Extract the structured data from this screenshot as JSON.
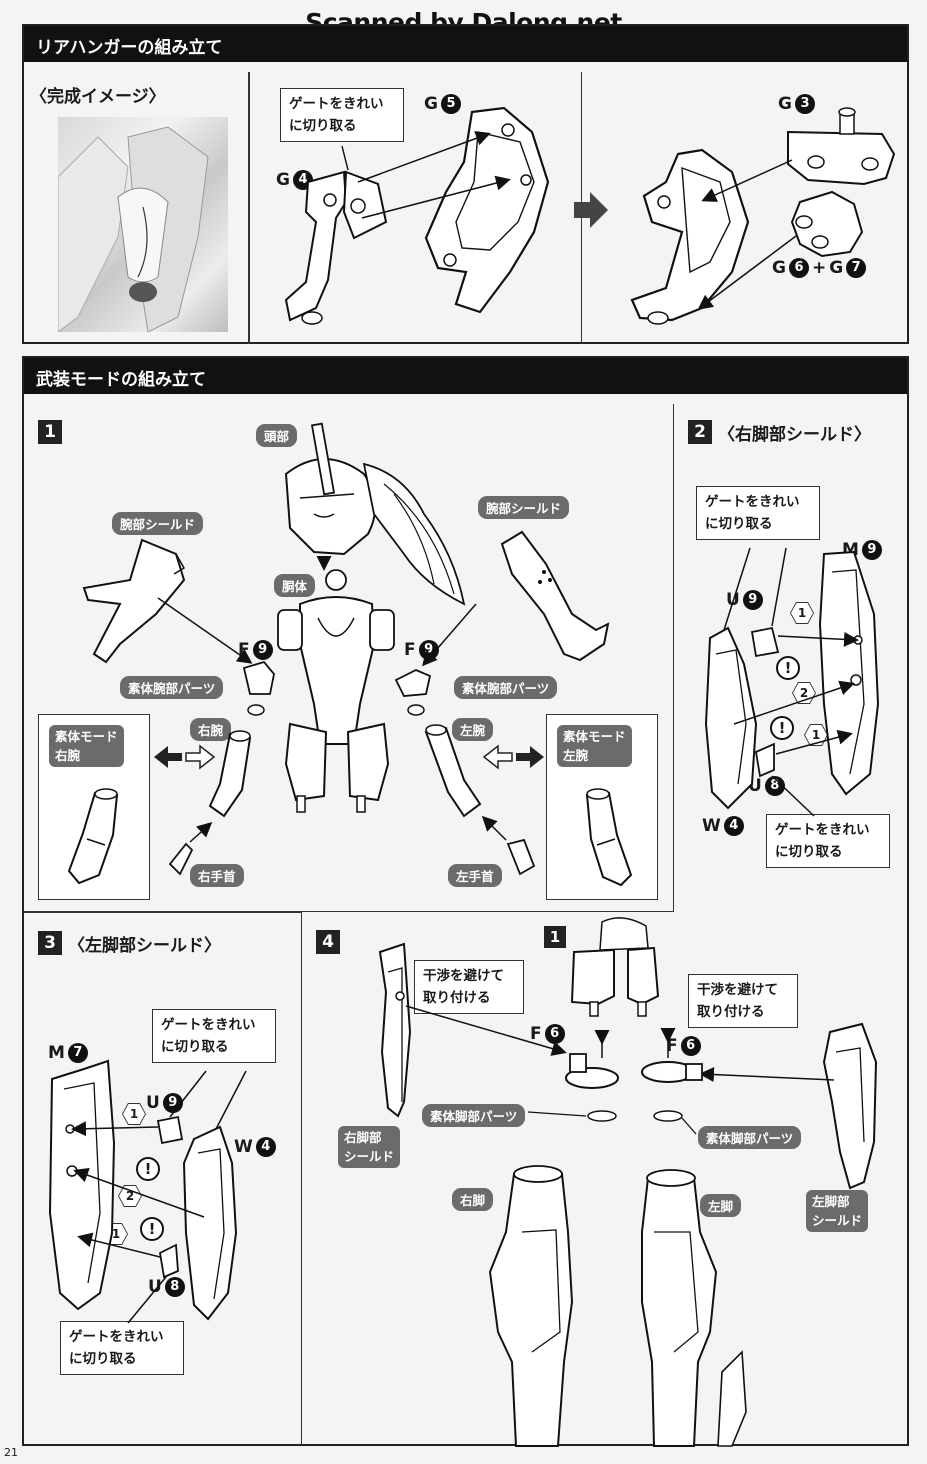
{
  "watermark": "Scanned by Dalong.net",
  "page_number": "21",
  "rear_hanger": {
    "header": "リアハンガーの組み立て",
    "complete_image_label": "〈完成イメージ〉",
    "callout_gate": "ゲートをきれい\nに切り取る",
    "parts": {
      "g5": {
        "letter": "G",
        "num": "5"
      },
      "g4": {
        "letter": "G",
        "num": "4"
      },
      "g3": {
        "letter": "G",
        "num": "3"
      },
      "g6g7": {
        "letter1": "G",
        "num1": "6",
        "plus": "+",
        "letter2": "G",
        "num2": "7"
      }
    }
  },
  "armed_mode": {
    "header": "武装モードの組み立て",
    "step1": {
      "num": "1",
      "tags": {
        "head": "頭部",
        "arm_shield_left": "腕部シールド",
        "arm_shield_right": "腕部シールド",
        "torso": "胴体",
        "body_arm_parts_left": "素体腕部パーツ",
        "body_arm_parts_right": "素体腕部パーツ",
        "right_arm": "右腕",
        "left_arm": "左腕",
        "body_mode_right_arm": "素体モード\n右腕",
        "body_mode_left_arm": "素体モード\n左腕",
        "right_wrist": "右手首",
        "left_wrist": "左手首"
      },
      "f9_left": {
        "letter": "F",
        "num": "9"
      },
      "f9_right": {
        "letter": "F",
        "num": "9"
      }
    },
    "step2": {
      "num": "2",
      "title": "〈右脚部シールド〉",
      "callout_top": "ゲートをきれい\nに切り取る",
      "callout_bottom": "ゲートをきれい\nに切り取る",
      "m9": {
        "letter": "M",
        "num": "9"
      },
      "u9": {
        "letter": "U",
        "num": "9"
      },
      "u8": {
        "letter": "U",
        "num": "8"
      },
      "w4": {
        "letter": "W",
        "num": "4"
      },
      "hex1": "1",
      "hex2": "2",
      "hex3": "1",
      "warn": "!"
    },
    "step3": {
      "num": "3",
      "title": "〈左脚部シールド〉",
      "callout_top": "ゲートをきれい\nに切り取る",
      "callout_bottom": "ゲートをきれい\nに切り取る",
      "m7": {
        "letter": "M",
        "num": "7"
      },
      "u9": {
        "letter": "U",
        "num": "9"
      },
      "u8": {
        "letter": "U",
        "num": "8"
      },
      "w4": {
        "letter": "W",
        "num": "4"
      },
      "hex1": "1",
      "hex2": "2",
      "hex3": "1",
      "warn": "!"
    },
    "step4": {
      "num": "4",
      "ref_step": "1",
      "callout_left": "干渉を避けて\n取り付ける",
      "callout_right": "干渉を避けて\n取り付ける",
      "f6_left": {
        "letter": "F",
        "num": "6"
      },
      "f6_right": {
        "letter": "F",
        "num": "6"
      },
      "tags": {
        "right_leg_shield": "右脚部\nシールド",
        "left_leg_shield": "左脚部\nシールド",
        "body_leg_parts_left": "素体脚部パーツ",
        "body_leg_parts_right": "素体脚部パーツ",
        "right_leg": "右脚",
        "left_leg": "左脚"
      }
    }
  }
}
